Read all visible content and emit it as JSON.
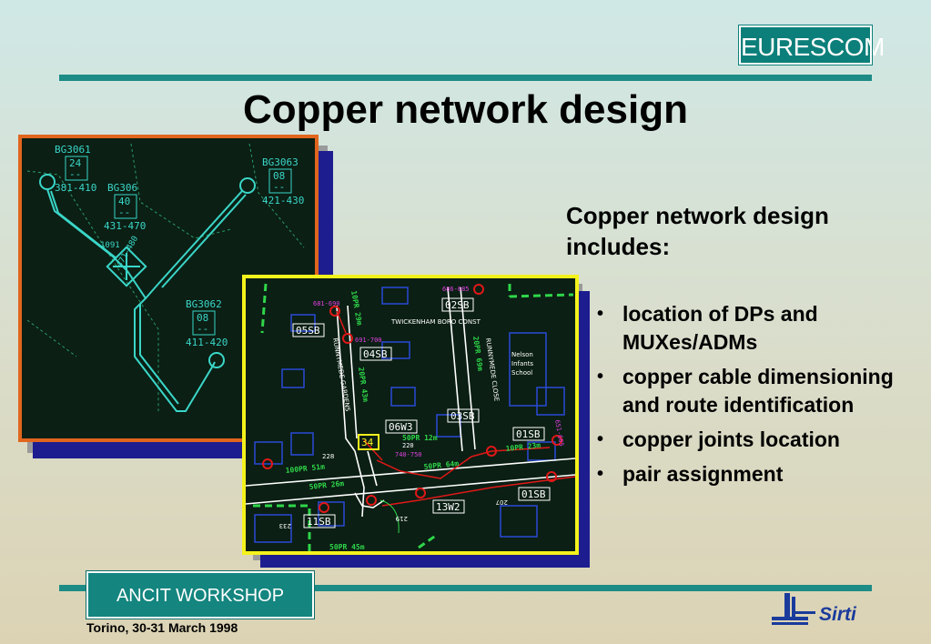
{
  "logo": {
    "text": "EURESCOM"
  },
  "slide": {
    "title": "Copper network design",
    "subheading": "Copper network design includes:",
    "bullets": [
      "location of DPs and MUXes/ADMs",
      "copper cable dimensioning and route identification",
      "copper joints location",
      "pair assignment"
    ]
  },
  "map_left": {
    "labels": [
      "BG3061",
      "24",
      "--",
      "381-410",
      "BG306",
      "40",
      "--",
      "431-470",
      "BG3063",
      "08",
      "--",
      "421-430",
      "BG3062",
      "08",
      "--",
      "411-420",
      "1091",
      "471-480"
    ]
  },
  "map_right": {
    "boxes": [
      "02SB",
      "05SB",
      "04SB",
      "03SB",
      "06W3",
      "01SB",
      "01SB",
      "13W2",
      "11SB",
      "34"
    ],
    "street_names": [
      "TWICKENHAM BORO CONST",
      "RUNNYMEDE GARDENS",
      "RUNNYMEDE CLOSE"
    ],
    "school": [
      "Nelson",
      "Infants",
      "School"
    ],
    "cables": [
      "10PR 29m",
      "20PR 69m",
      "20PR 43m",
      "50PR 12m",
      "10PR 23m",
      "100PR 51m",
      "50PR 64m",
      "50PR 26m",
      "50PR 45m"
    ],
    "pair_ranges": [
      "686-685",
      "681-690",
      "691-700",
      "220",
      "740-750",
      "651-605"
    ],
    "numbers": [
      "228",
      "233",
      "219",
      "207"
    ]
  },
  "footer": {
    "workshop": "ANCIT WORKSHOP",
    "date": "Torino, 30-31 March 1998",
    "brand": "Sirti"
  },
  "colors": {
    "teal": "#1d8b86",
    "map_bg": "#0b1f14",
    "left_frame": "#e0661e",
    "right_frame": "#f4f21c",
    "shadow": "#1d1d8f"
  }
}
